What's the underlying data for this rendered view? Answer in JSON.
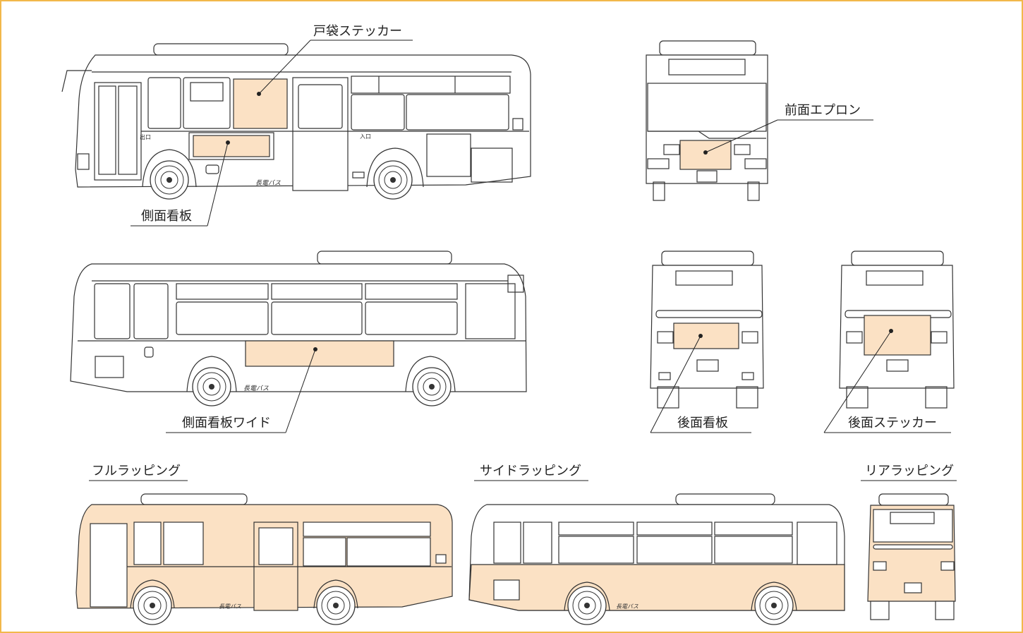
{
  "labels": {
    "door_sticker": "戸袋ステッカー",
    "side_signboard": "側面看板",
    "front_apron": "前面エプロン",
    "side_signboard_wide": "側面看板ワイド",
    "rear_signboard": "後面看板",
    "rear_sticker": "後面ステッカー",
    "full_wrapping": "フルラッピング",
    "side_wrapping": "サイドラッピング",
    "rear_wrapping": "リアラッピング"
  },
  "bus_logo": "長電バス",
  "door_marks": {
    "exit": "出口",
    "entrance": "入口"
  },
  "colors": {
    "frame": "#f2b84b",
    "ad_fill": "#fbe1c4",
    "line": "#333333",
    "background": "#ffffff"
  }
}
